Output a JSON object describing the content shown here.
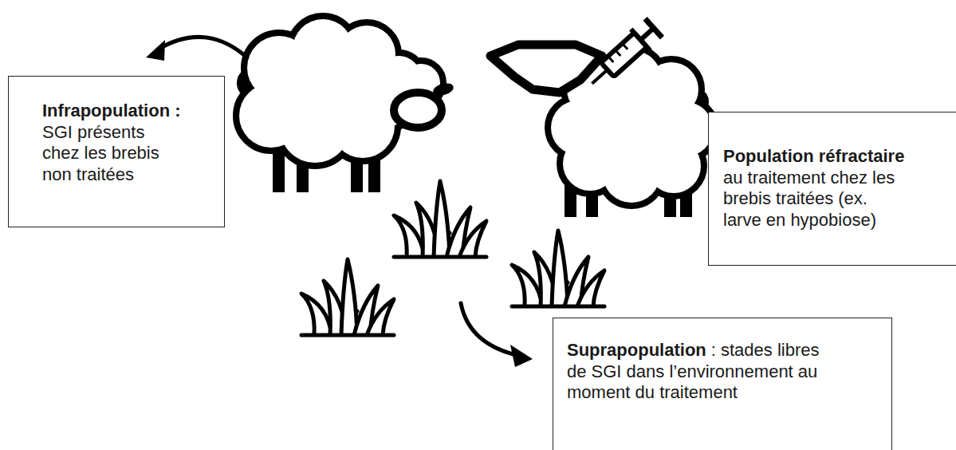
{
  "diagram": {
    "nodes": [
      {
        "text": [
          "Infrapopulation :",
          "SGI présents chez les brebis non traitées"
        ]
      },
      {
        "text": [
          "Population réfractaire",
          "au traitement chez les brebis traitées (ex. larve en hypobiose)"
        ]
      },
      {
        "text": [
          "Suprapopulation",
          ": stades libres de SGI dans l’environnement au moment du traitement"
        ]
      }
    ]
  }
}
